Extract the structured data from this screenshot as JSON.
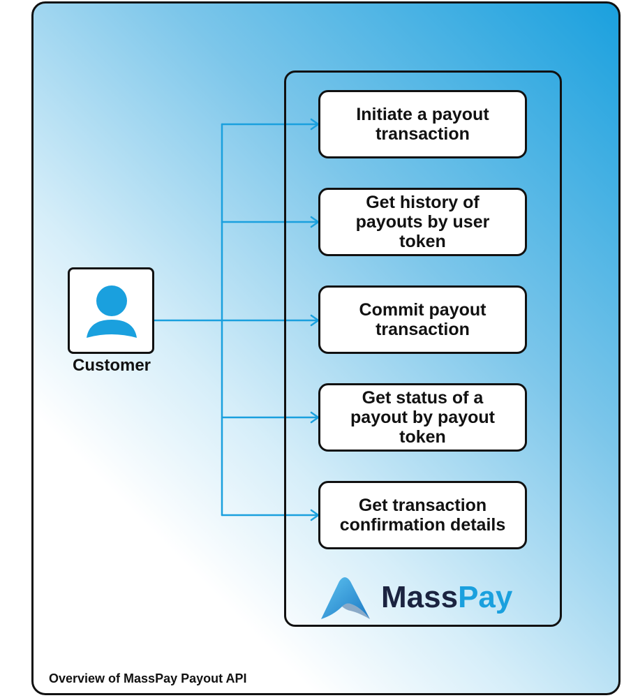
{
  "diagram": {
    "customer": {
      "label": "Customer",
      "icon": "user-icon"
    },
    "operations": [
      {
        "label": "Initiate a payout transaction"
      },
      {
        "label": "Get history of payouts by user token"
      },
      {
        "label": "Commit payout transaction"
      },
      {
        "label": "Get status of a payout by payout token"
      },
      {
        "label": "Get transaction confirmation details"
      }
    ],
    "logo": {
      "part1": "Mass",
      "part2": "Pay"
    },
    "caption": "Overview of MassPay Payout API"
  },
  "colors": {
    "accent": "#1aa0de",
    "dark": "#1b2340",
    "border": "#111111"
  }
}
